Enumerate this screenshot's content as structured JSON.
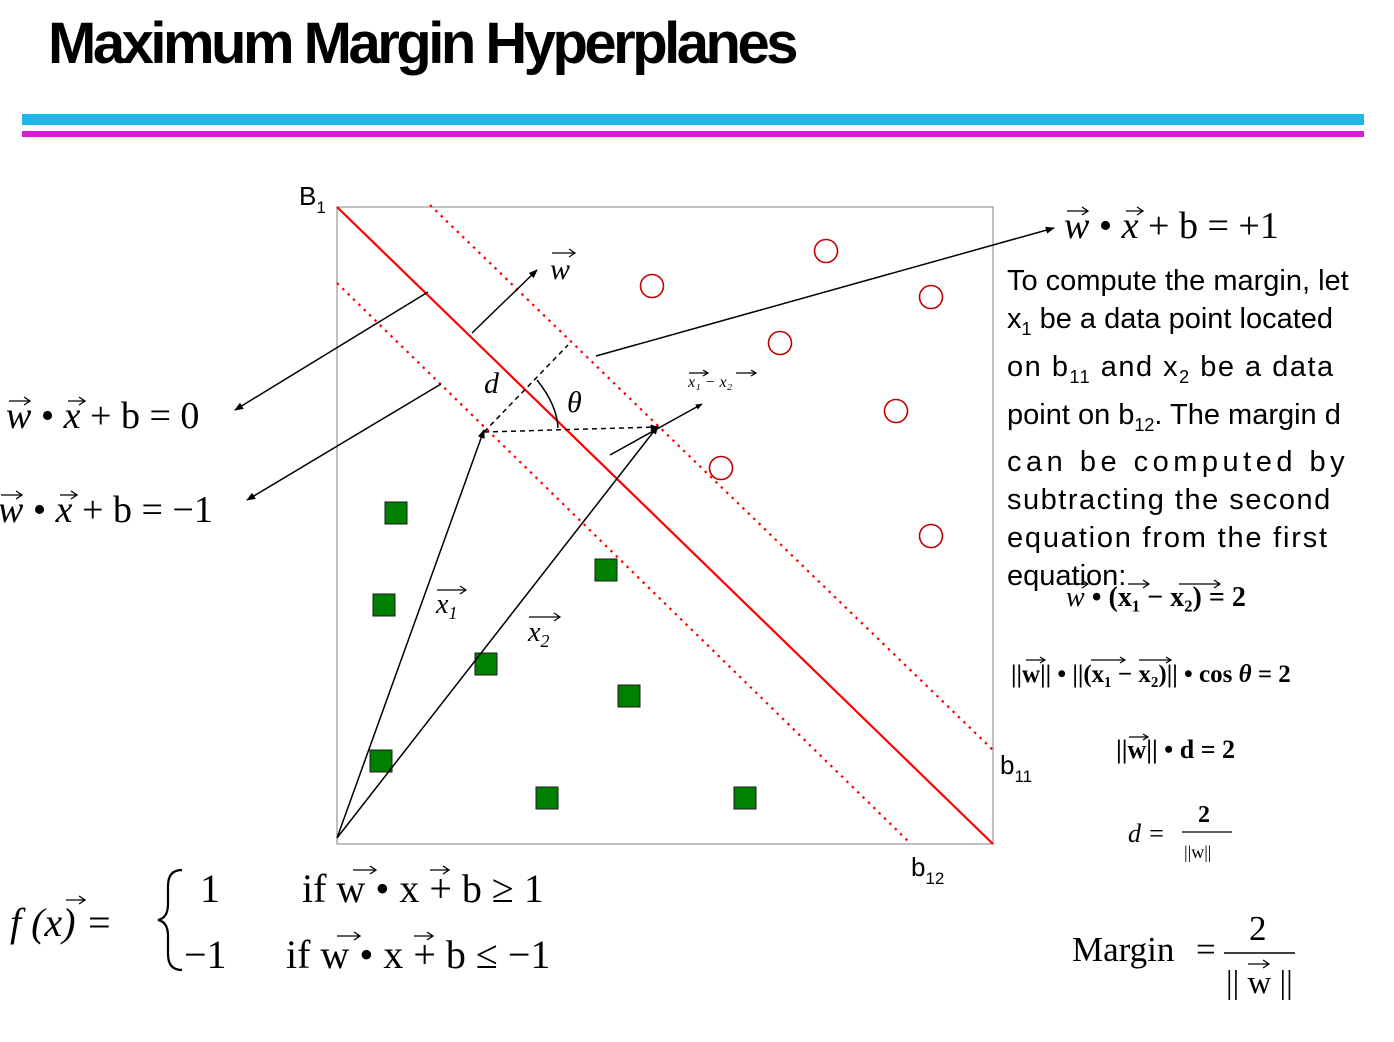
{
  "title": "Maximum Margin Hyperplanes",
  "colors": {
    "accent_cyan": "#1eb8e6",
    "accent_magenta": "#d61ad6",
    "boundary": "#ff0000",
    "square_class": "#008000",
    "circle_class": "#c00000"
  },
  "labels": {
    "b1": "B",
    "b1_sub": "1",
    "b11": "b",
    "b11_sub": "11",
    "b12": "b",
    "b12_sub": "12",
    "d": "d",
    "theta": "θ",
    "w": "w",
    "x1": "x",
    "x1_sub": "1",
    "x2": "x",
    "x2_sub": "2",
    "x1_minus_x2": "x₁ − x₂"
  },
  "equations": {
    "plus_one_lhs": "w",
    "plus_one_dot": "•",
    "plus_one_x": "x",
    "plus_one_rest": "+ b = +1",
    "zero_rest": "+ b = 0",
    "minus_one_rest": "+ b = −1"
  },
  "explanation": {
    "line1": "To compute the margin, let",
    "line2_a": "x",
    "line2_sub": "1",
    "line2_b": " be a data point located",
    "line3_a": "on b",
    "line3_sub": "11",
    "line3_b": " and x",
    "line3_sub2": "2",
    "line3_c": " be a data",
    "line4_a": "point on b",
    "line4_sub": "12",
    "line4_b": ". The margin d",
    "line5": "can be computed by",
    "line6": "subtracting the second",
    "line7": "equation from the first",
    "line8": "equation:"
  },
  "derivation": {
    "eq1": "• (x₁ − x₂) = 2",
    "eq2_a": "||w|| • ||(x₁ − x₂)|| • cos ",
    "eq2_theta": "θ",
    "eq2_b": " = 2",
    "eq3": "||w|| • d = 2",
    "eq4_lhs": "d =",
    "eq4_num": "2",
    "eq4_den": "||w||"
  },
  "decision_function": {
    "lhs": "f (x) =",
    "case1_val": "1",
    "case1_cond": "if  w • x + b ≥ 1",
    "case2_val": "−1",
    "case2_cond": "if  w • x + b ≤ −1"
  },
  "margin": {
    "label": "Margin",
    "eq": "=",
    "num": "2",
    "den": "|| w ||"
  }
}
